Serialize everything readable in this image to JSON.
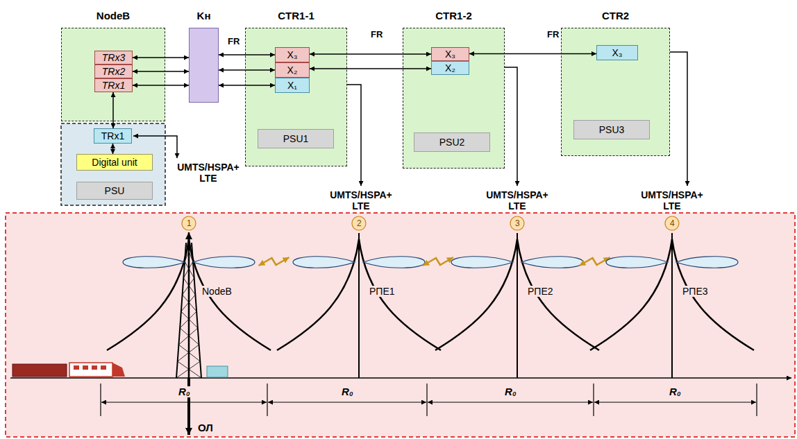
{
  "diagram": {
    "nodes": [
      {
        "text": [
          "NodeB"
        ]
      },
      {
        "text": [
          "TRx3"
        ],
        "in": 0
      },
      {
        "text": [
          "TRx2"
        ],
        "in": 0
      },
      {
        "text": [
          "TRx1"
        ],
        "in": 0
      },
      {
        "text": [
          "TRx1"
        ]
      },
      {
        "text": [
          "Digital unit"
        ]
      },
      {
        "text": [
          "PSU"
        ]
      },
      {
        "text": [
          "Kн"
        ]
      },
      {
        "text": [
          "CTR1-1"
        ]
      },
      {
        "text": [
          "X₃"
        ],
        "in": 8
      },
      {
        "text": [
          "X₂"
        ],
        "in": 8
      },
      {
        "text": [
          "X₁"
        ],
        "in": 8
      },
      {
        "text": [
          "PSU1"
        ],
        "in": 8
      },
      {
        "text": [
          "CTR1-2"
        ]
      },
      {
        "text": [
          "X₃"
        ],
        "in": 13
      },
      {
        "text": [
          "X₂"
        ],
        "in": 13
      },
      {
        "text": [
          "PSU2"
        ],
        "in": 13
      },
      {
        "text": [
          "CTR2"
        ]
      },
      {
        "text": [
          "X₃"
        ],
        "in": 17
      },
      {
        "text": [
          "PSU3"
        ],
        "in": 17
      }
    ],
    "edges": [
      {
        "from": 1,
        "to": 7,
        "arrow": "both"
      },
      {
        "from": 2,
        "to": 7,
        "arrow": "both"
      },
      {
        "from": 3,
        "to": 7,
        "arrow": "both"
      },
      {
        "from": 7,
        "to": 9,
        "arrow": "both"
      },
      {
        "from": 7,
        "to": 10,
        "arrow": "both"
      },
      {
        "from": 7,
        "to": 11,
        "arrow": "both"
      },
      {
        "from": 9,
        "to": 14,
        "arrow": "both"
      },
      {
        "from": 10,
        "to": 15,
        "arrow": "both"
      },
      {
        "from": 14,
        "to": 18,
        "arrow": "both"
      },
      {
        "from": 3,
        "to": 4,
        "arrow": "both"
      },
      {
        "from": 4,
        "to": 5,
        "arrow": "both"
      }
    ],
    "labels": [
      "FR",
      "FR",
      "FR",
      "UMTS/HSPA+ LTE",
      "UMTS/HSPA+ LTE",
      "UMTS/HSPA+ LTE",
      "UMTS/HSPA+ LTE",
      "1",
      "2",
      "3",
      "4",
      "NodeB",
      "РПЕ1",
      "РПЕ2",
      "РПЕ3",
      "R₀",
      "R₀",
      "R₀",
      "R₀",
      "ОЛ"
    ]
  }
}
